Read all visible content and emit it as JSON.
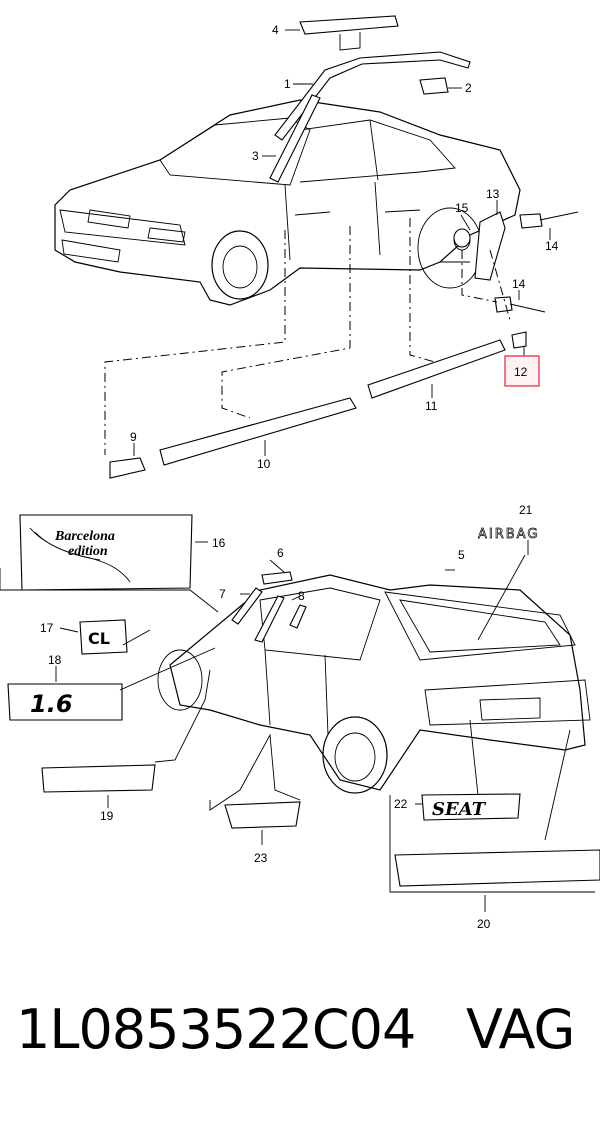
{
  "callouts": {
    "n1": "1",
    "n2": "2",
    "n3": "3",
    "n4": "4",
    "n5": "5",
    "n6": "6",
    "n7": "7",
    "n8": "8",
    "n9": "9",
    "n10": "10",
    "n11": "11",
    "n12": "12",
    "n13": "13",
    "n14a": "14",
    "n14b": "14",
    "n15": "15",
    "n16": "16",
    "n17": "17",
    "n18": "18",
    "n19": "19",
    "n20": "20",
    "n21": "21",
    "n22": "22",
    "n23": "23"
  },
  "highlight": {
    "part": "12",
    "color": "#e8202a"
  },
  "badges": {
    "barcelona_line1": "Barcelona",
    "barcelona_line2": "edition",
    "cl": "CL",
    "engine": "1.6",
    "airbag": "AIRBAG",
    "brand_script": "SEAT"
  },
  "caption": {
    "part_number": "1L0853522C04",
    "brand": "VAG"
  }
}
